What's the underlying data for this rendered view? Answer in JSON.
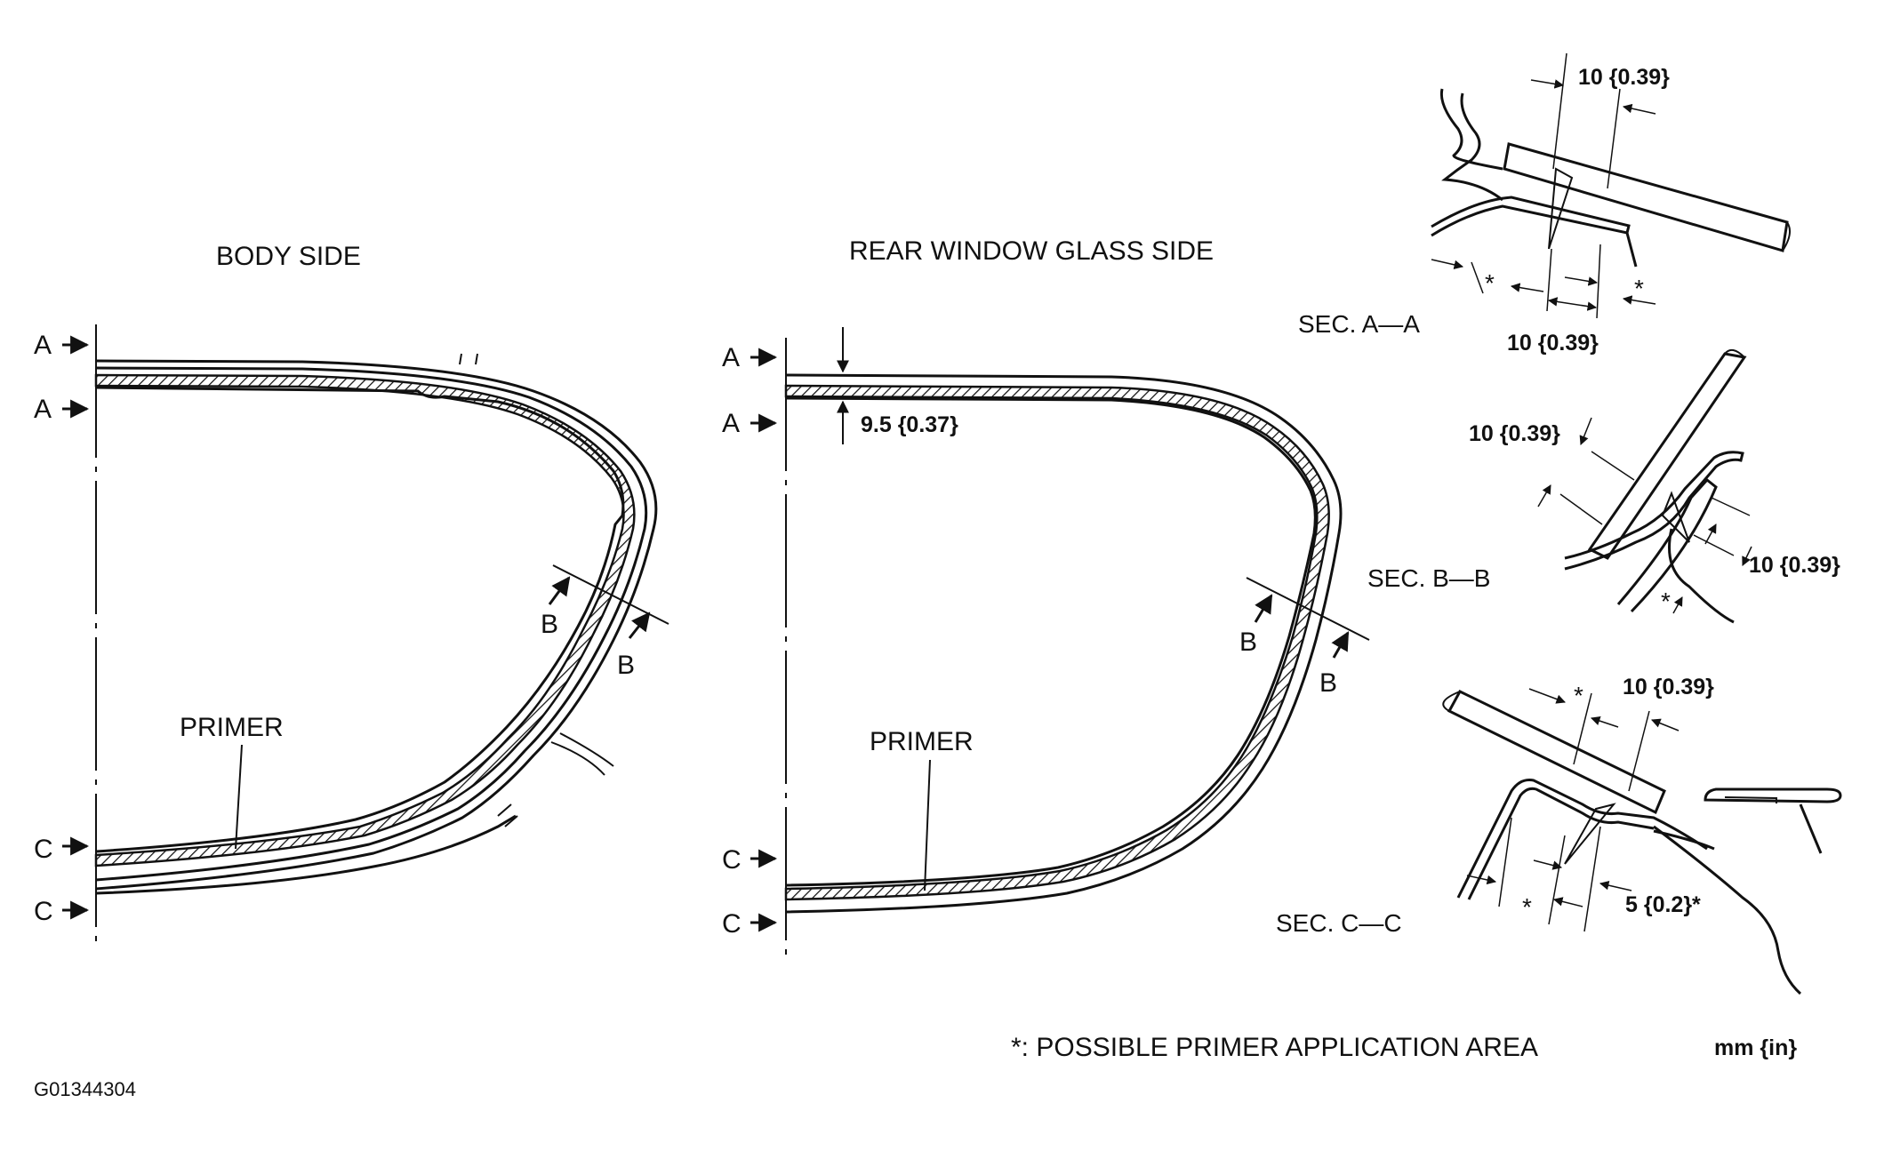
{
  "titles": {
    "body_side": "BODY SIDE",
    "rear_window_glass_side": "REAR WINDOW GLASS SIDE"
  },
  "section_marks": {
    "a": "A",
    "b": "B",
    "c": "C"
  },
  "primer_label": "PRIMER",
  "dimension_9_5": "9.5 {0.37}",
  "sections": {
    "aa": {
      "title": "SEC. A—A",
      "dim_top": "10 {0.39}",
      "dim_bottom": "10 {0.39}",
      "star": "*"
    },
    "bb": {
      "title": "SEC. B—B",
      "dim_left": "10 {0.39}",
      "dim_right": "10 {0.39}",
      "star": "*"
    },
    "cc": {
      "title": "SEC. C—C",
      "dim_top": "10 {0.39}",
      "dim_bottom": "5 {0.2}*",
      "star": "*"
    }
  },
  "legend_note": "*: POSSIBLE PRIMER APPLICATION AREA",
  "units": "mm {in}",
  "figure_id": "G01344304"
}
